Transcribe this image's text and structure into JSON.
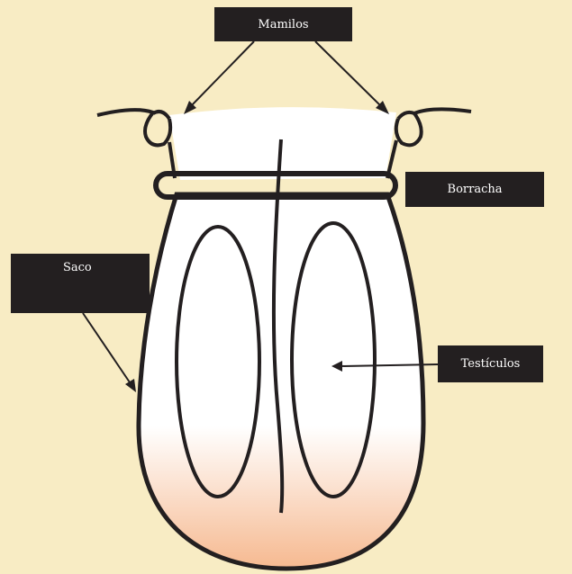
{
  "labels": {
    "nipples": "Mamilos",
    "band": "Borracha",
    "sac": "Saco",
    "testicles": "Testículos"
  },
  "colors": {
    "background": "#f8ecc4",
    "label_box": "#231f20",
    "label_text": "#ffffff",
    "skin_gradient_end": "#f6b990",
    "outline": "#231f20"
  }
}
